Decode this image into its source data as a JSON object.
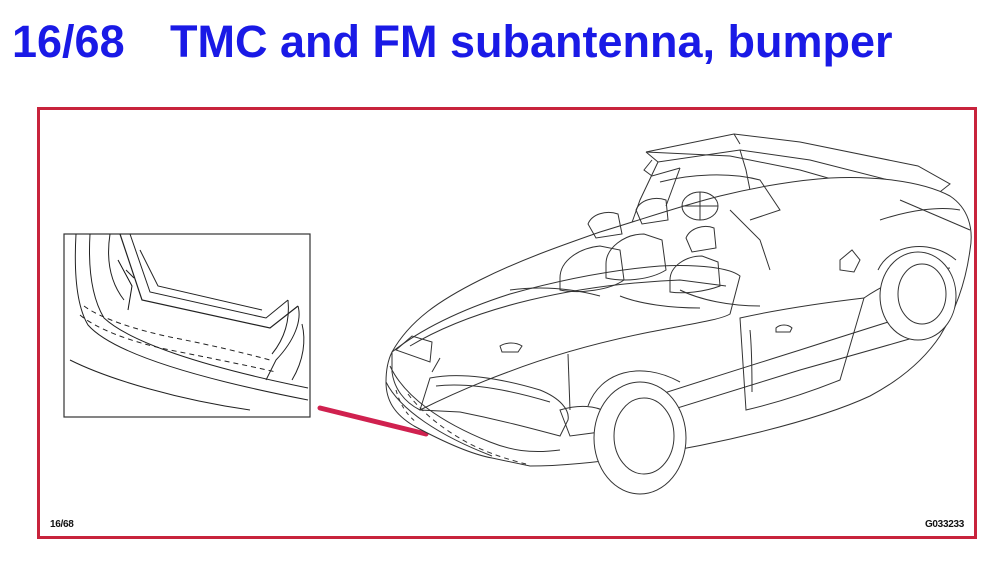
{
  "header": {
    "page_number": "16/68",
    "title": "TMC and FM subantenna, bumper"
  },
  "figure": {
    "footer_left": "16/68",
    "footer_right": "G033233",
    "pointer_color": "#d0214f",
    "frame_color": "#c8233c",
    "title_color": "#1a1ae6"
  }
}
